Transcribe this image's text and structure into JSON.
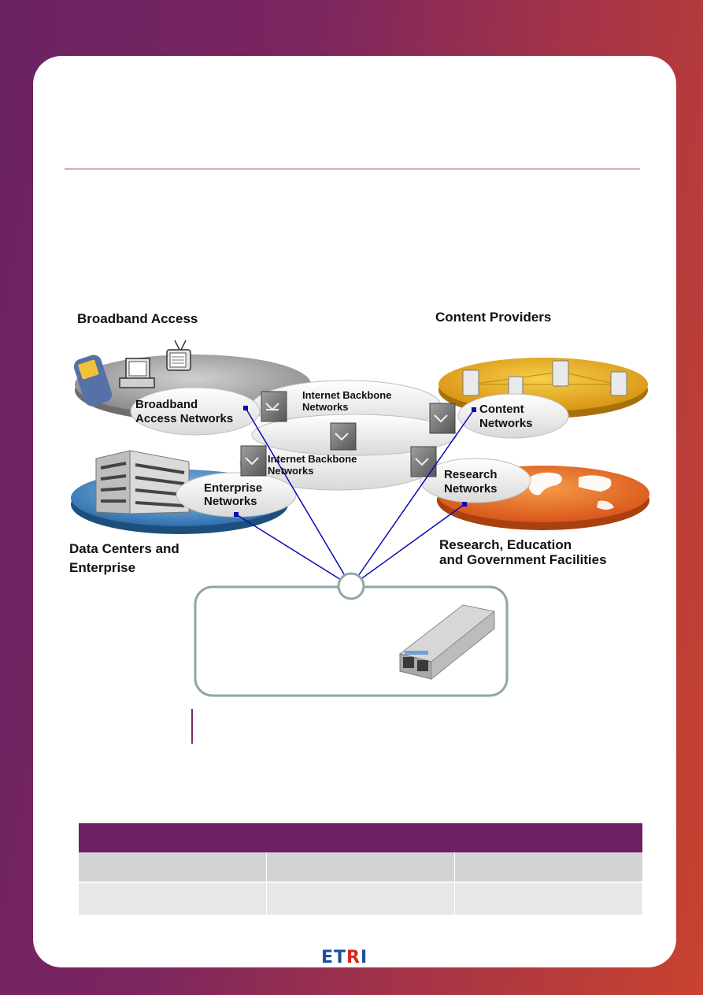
{
  "regions": {
    "broadband": "Broadband Access",
    "content": "Content Providers",
    "datacenter_line1": "Data Centers and",
    "datacenter_line2": "Enterprise",
    "research_line1": "Research, Education",
    "research_line2": "and Government Facilities"
  },
  "clouds": {
    "broadband_line1": "Broadband",
    "broadband_line2": "Access Networks",
    "backbone_top_line1": "Internet Backbone",
    "backbone_top_line2": "Networks",
    "backbone_mid_line1": "Internet Backbone",
    "backbone_mid_line2": "Networks",
    "content_line1": "Content",
    "content_line2": "Networks",
    "enterprise_line1": "Enterprise",
    "enterprise_line2": "Networks",
    "research_line1": "Research",
    "research_line2": "Networks"
  },
  "logo": {
    "main": "ETRI"
  },
  "colors": {
    "accent": "#6e1f63",
    "link": "#0a0ab4",
    "broadband_disk": "#9a9a9a",
    "content_disk": "#e8a617",
    "enterprise_disk": "#2f78b5",
    "research_disk": "#e0661e"
  }
}
